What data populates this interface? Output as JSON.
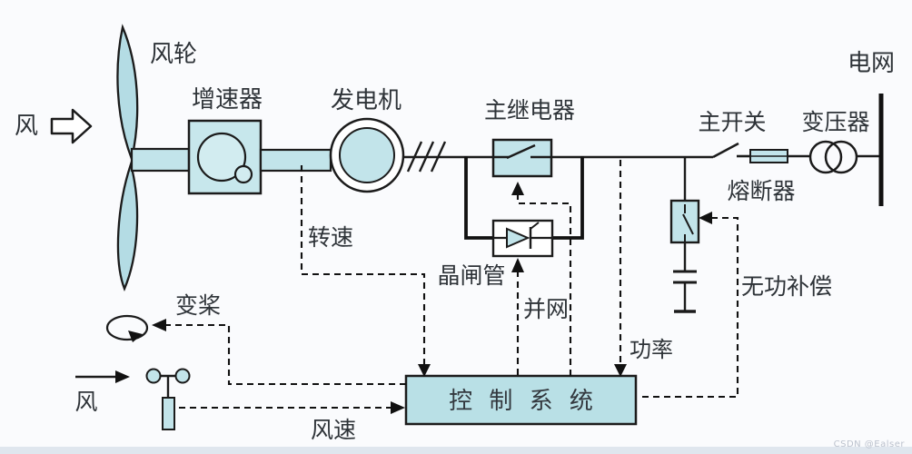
{
  "diagram_type": "wind-turbine-grid-control-schematic",
  "labels": {
    "wind_left": "风",
    "rotor": "风轮",
    "gearbox": "增速器",
    "generator": "发电机",
    "main_relay": "主继电器",
    "grid": "电网",
    "main_switch": "主开关",
    "transformer": "变压器",
    "fuse": "熔断器",
    "rotation_speed": "转速",
    "thyristor": "晶闸管",
    "grid_connection": "并网",
    "reactive_compensation": "无功补偿",
    "pitch_control": "变桨",
    "power": "功率",
    "wind_bottom": "风",
    "wind_speed": "风速",
    "control_system": "控 制 系 统"
  },
  "watermark": "CSDN @Ealser",
  "colors": {
    "component_fill": "#c2e4ea",
    "blade_fill": "#b4dce4",
    "control_box_fill": "#b9e0e6",
    "line": "#1b1b1b",
    "background": "#fafbfd",
    "footer_strip": "#dce3ec",
    "text": "#2e3338",
    "watermark": "#bcc2cd"
  }
}
